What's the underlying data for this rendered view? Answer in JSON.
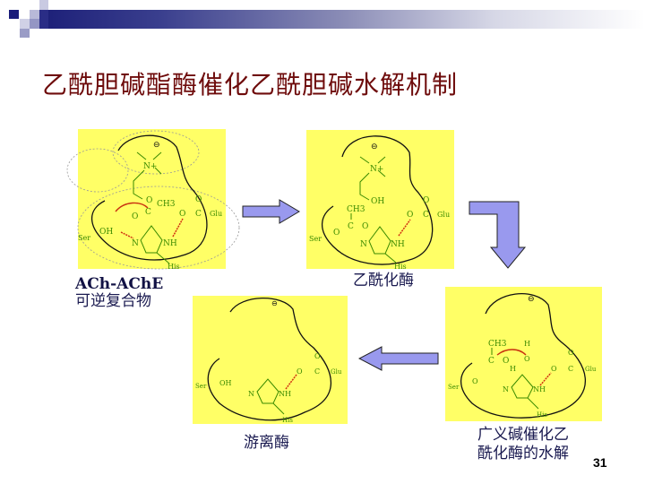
{
  "header": {
    "bar_colors": {
      "start": "#1c1f78",
      "end": "#ffffff"
    }
  },
  "title": "乙酰胆碱酯酶催化乙酰胆碱水解机制",
  "colors": {
    "title": "#6e0b0b",
    "panel_bg": "#ffff66",
    "chem_text": "#3a8a00",
    "arrow_fill": "#9999ee",
    "caption": "#1a1a50",
    "hbond": "#d03010"
  },
  "panels": [
    {
      "id": "ach-ache-complex",
      "caption_line1": "ACh-AChE",
      "caption_line2": "可逆复合物",
      "labels": {
        "anion": "⊖",
        "n": "N+",
        "o1": "O",
        "ch3": "CH3",
        "o2": "O",
        "c": "C",
        "oh": "OH",
        "ser": "Ser",
        "n_ring": "N",
        "nh": "NH",
        "his": "His",
        "o_glu": "O",
        "c_glu": "C",
        "o_dbl": "O",
        "glu": "Glu"
      }
    },
    {
      "id": "acetyl-enzyme",
      "caption": "乙酰化酶",
      "labels": {
        "anion": "⊖",
        "n": "N+",
        "oh": "OH",
        "ch3": "CH3",
        "c": "C",
        "o_dbl": "O",
        "o_ser": "O",
        "ser": "Ser",
        "n_ring": "N",
        "nh": "NH",
        "his": "His",
        "o_glu": "O",
        "c_glu": "C",
        "o_glu_dbl": "O",
        "glu": "Glu"
      }
    },
    {
      "id": "free-enzyme",
      "caption": "游离酶",
      "labels": {
        "anion": "⊖",
        "oh": "OH",
        "ser": "Ser",
        "n_ring": "N",
        "nh": "NH",
        "his": "His",
        "o_glu": "O",
        "c_glu": "C",
        "o_glu_dbl": "O",
        "glu": "Glu"
      }
    },
    {
      "id": "general-base-hydrolysis",
      "caption_line1": "广义碱催化乙",
      "caption_line2": "酰化酶的水解",
      "labels": {
        "anion": "⊖",
        "ch3": "CH3",
        "c": "C",
        "o_dbl": "O",
        "h1": "H",
        "o_w": "O",
        "h2": "H",
        "o_ser": "O",
        "ser": "Ser",
        "n_ring": "N",
        "nh": "NH",
        "his": "His",
        "o_glu": "O",
        "c_glu": "C",
        "o_glu_dbl": "O",
        "glu": "Glu"
      }
    }
  ],
  "arrows": [
    {
      "id": "arrow-right",
      "direction": "right"
    },
    {
      "id": "arrow-elbow-down",
      "direction": "right-then-down"
    },
    {
      "id": "arrow-left",
      "direction": "left"
    }
  ],
  "page_number": "31"
}
